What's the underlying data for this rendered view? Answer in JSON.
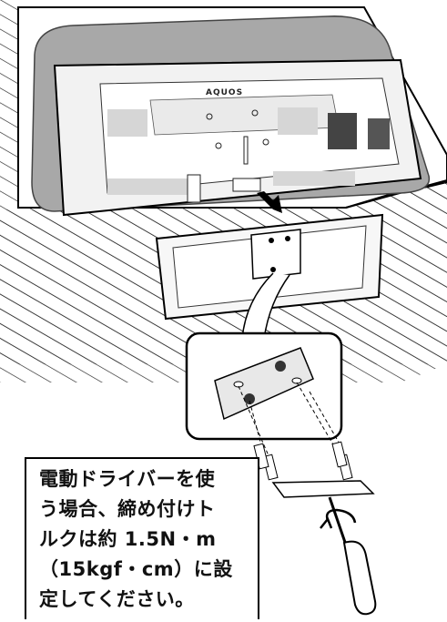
{
  "diagram": {
    "tv_logo": "AQUOS",
    "note_lines": [
      "電動ドライバーを使",
      "う場合、締め付けト",
      "ルクは約 1.5N・m",
      "（15kgf・cm）に設",
      "定してください。"
    ]
  }
}
